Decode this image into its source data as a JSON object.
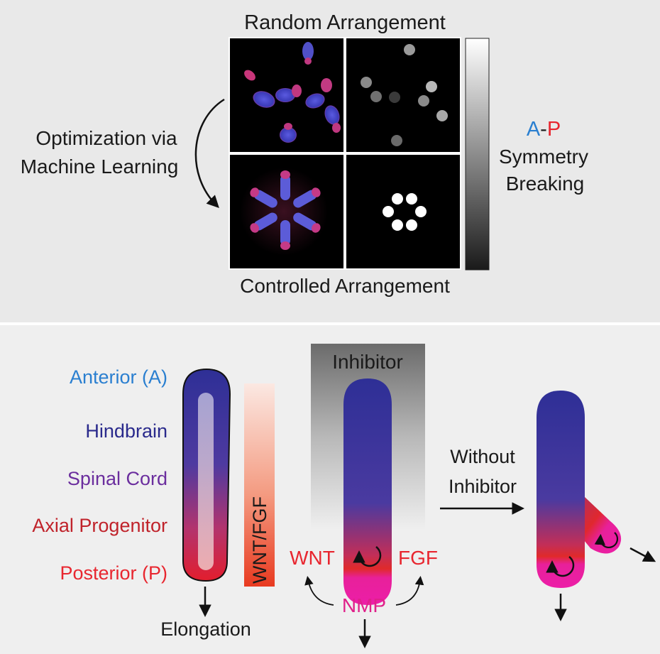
{
  "top_panel": {
    "title": "Random Arrangement",
    "bottom_title": "Controlled Arrangement",
    "left_label_line1": "Optimization via",
    "left_label_line2": "Machine Learning",
    "right_label_a": "A",
    "right_label_dash": "-",
    "right_label_p": "P",
    "right_label_line2": "Symmetry",
    "right_label_line3": "Breaking"
  },
  "bottom_panel": {
    "labels": {
      "anterior": "Anterior (A)",
      "hindbrain": "Hindbrain",
      "spinal_cord": "Spinal Cord",
      "axial_progenitor": "Axial Progenitor",
      "posterior": "Posterior (P)"
    },
    "gradient_label": "WNT/FGF",
    "elongation": "Elongation",
    "inhibitor": "Inhibitor",
    "wnt": "WNT",
    "fgf": "FGF",
    "nmp": "NMP",
    "without_line1": "Without",
    "without_line2": "Inhibitor"
  },
  "colors": {
    "anterior_blue": "#2a7fd0",
    "hindbrain_navy": "#2a2a8c",
    "spinal_purple": "#6b2e9e",
    "axial_red": "#c0232b",
    "posterior_red": "#e8262f",
    "nmp_magenta": "#e0208a"
  }
}
